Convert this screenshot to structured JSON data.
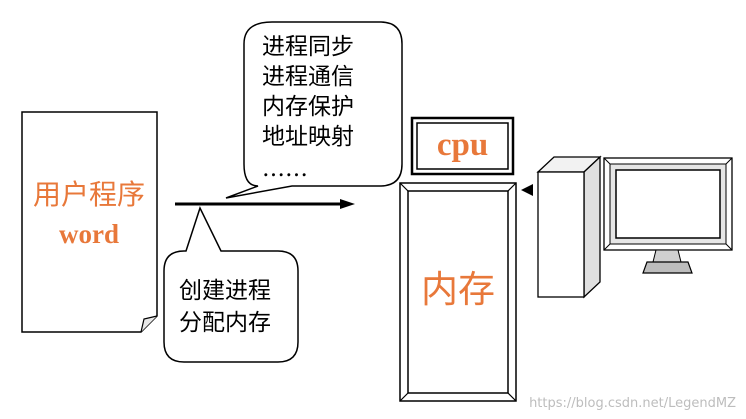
{
  "user_program": {
    "title": "用户程序",
    "subtitle": "word"
  },
  "top_bubble": {
    "lines": [
      "进程同步",
      "进程通信",
      "内存保护",
      "地址映射",
      "……"
    ]
  },
  "bottom_bubble": {
    "lines": [
      "创建进程",
      "分配内存"
    ]
  },
  "cpu": {
    "label": "cpu"
  },
  "memory": {
    "label": "内存"
  },
  "watermark": "https://blog.csdn.net/LegendMZ",
  "colors": {
    "accent": "#e8783a",
    "stroke": "#000000",
    "screen_gray": "#d9d9d9"
  }
}
